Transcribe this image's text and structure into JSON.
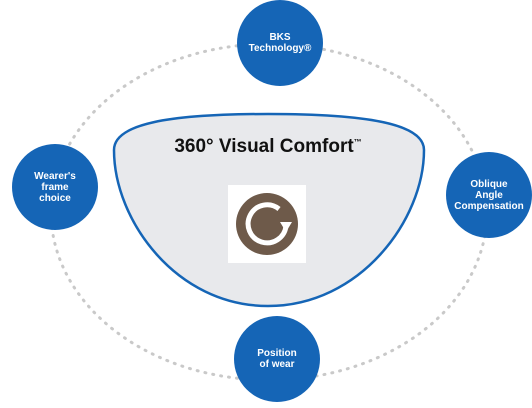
{
  "colors": {
    "node_fill": "#1565b6",
    "lens_fill": "#e8e9ec",
    "lens_stroke": "#1565b6",
    "icon_bg": "#ffffff",
    "icon_fill": "#6e5a4a",
    "dot_color": "#c9c9c9"
  },
  "center": {
    "title": "360° Visual Comfort",
    "trademark": "™",
    "icon": "circular-arrow-icon"
  },
  "nodes": {
    "top": {
      "label": "BKS\nTechnology®"
    },
    "right": {
      "label": "Oblique\nAngle\nCompensation"
    },
    "bottom": {
      "label": "Position\nof wear"
    },
    "left": {
      "label": "Wearer's\nframe\nchoice"
    }
  }
}
